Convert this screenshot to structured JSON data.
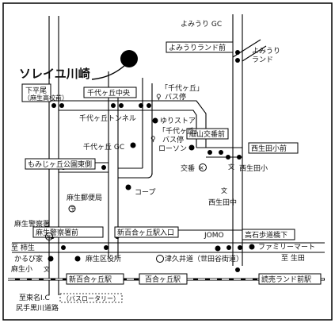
{
  "map": {
    "venue": "ソレイユ川崎",
    "tokyo_direction": "至東名I.C",
    "bypass": "（バスロータリー）",
    "road_name": "尻手黒川道路"
  },
  "intersections": [
    "下平尾",
    "（麻生高校前）",
    "千代ヶ丘中央",
    "もみじヶ丘公園東側",
    "麻生警察署前",
    "新百合ヶ丘駅入口",
    "細山交番前",
    "西生田小前",
    "高石歩道橋下",
    "よみうりランド前",
    "新百合ヶ丘駅"
  ],
  "landmarks": {
    "yomiuri_gc": "よみうり GC",
    "yomiuri_land": "よみうり\nランド",
    "chiyogaoka_tunnel": "千代ヶ丘トンネル",
    "yuri_store": "ゆりストア",
    "chiyogaoka_bus1": "「千代ヶ丘」\nバス停",
    "chiyogaoka_bus2": "「千代ヶ丘」\nバス停",
    "lawson": "ローソン",
    "chiyogaoka_gc": "千代ヶ丘 GC",
    "koban": "交番",
    "nishi_ikuta_sho": "西生田小",
    "nishi_ikuta_chu": "西生田中",
    "coop": "コープ",
    "asao_post": "麻生郵便局",
    "asao_police": "麻生警察署",
    "asao_ward": "麻生区役所",
    "kabaraya": "かるび家",
    "asao_sho": "麻生小",
    "jomo": "JOMO",
    "family_mart": "ファミリーマート",
    "tsukui_road": "津久井道（世田谷街道）",
    "to_kakio": "至 柿生",
    "to_ikuta": "至 生田",
    "shin_yurigaoka_sta": "百合ヶ丘駅",
    "yomiuri_land_sta": "読売ランド前駅"
  },
  "icons": {
    "venue": "venue-dot-icon",
    "police": "police-icon",
    "post": "post-office-icon",
    "school": "school-icon",
    "koban": "koban-icon"
  }
}
